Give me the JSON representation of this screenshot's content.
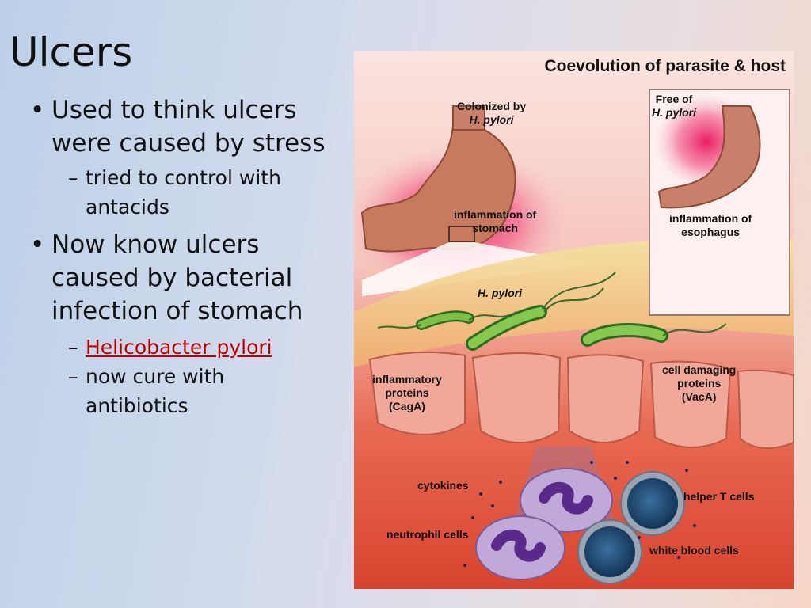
{
  "slide": {
    "title": "Ulcers",
    "bullets": {
      "b1": "Used to think ulcers were caused by stress",
      "b1_sub": "tried to control with antacids",
      "b2": "Now know ulcers caused by bacterial infection of stomach",
      "b2_sub1": "Helicobacter pylori",
      "b2_sub2": "now cure with antibiotics"
    }
  },
  "figure": {
    "title": "Coevolution of parasite & host",
    "labels": {
      "colonized": "Colonized by",
      "colonized_species": "H. pylori",
      "free": "Free of",
      "free_species": "H. pylori",
      "inflam_stomach_1": "inflammation of",
      "inflam_stomach_2": "stomach",
      "inflam_esoph_1": "inflammation of",
      "inflam_esoph_2": "esophagus",
      "hpylori": "H. pylori",
      "inflam_prot_1": "inflammatory",
      "inflam_prot_2": "proteins",
      "inflam_prot_3": "(CagA)",
      "damage_1": "cell damaging",
      "damage_2": "proteins",
      "damage_3": "(VacA)",
      "cytokines": "cytokines",
      "neutrophil": "neutrophil cells",
      "helper_t": "helper T cells",
      "wbc": "white blood cells"
    }
  }
}
